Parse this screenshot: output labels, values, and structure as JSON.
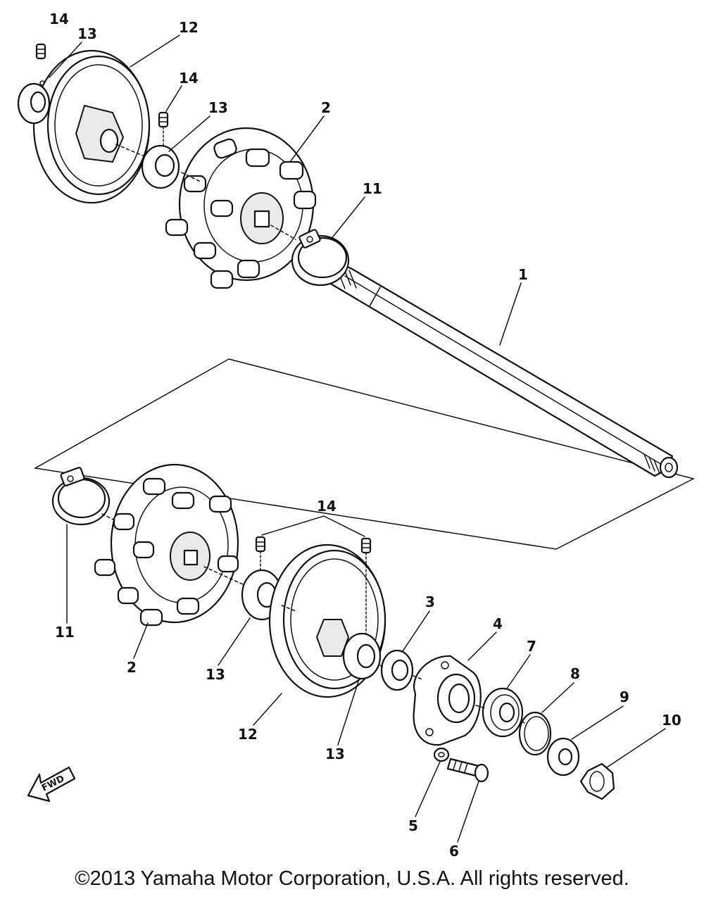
{
  "diagram": {
    "part_labels": {
      "top": [
        "14",
        "13",
        "12",
        "14",
        "13",
        "2",
        "11",
        "1"
      ],
      "bottom": [
        "11",
        "2",
        "14",
        "13",
        "12",
        "13",
        "3",
        "4",
        "5",
        "6",
        "7",
        "8",
        "9",
        "10"
      ]
    },
    "direction_marker": "FWD",
    "parts_depicted": [
      "drive-shaft",
      "sprocket",
      "wheel",
      "collar",
      "set-screw",
      "clamp-band",
      "oil-seal",
      "bearing-housing",
      "bearing",
      "circlip",
      "washer",
      "nut",
      "bolt",
      "lock-washer"
    ]
  },
  "footer": {
    "copyright": "©2013 Yamaha Motor Corporation, U.S.A. All rights reserved."
  }
}
